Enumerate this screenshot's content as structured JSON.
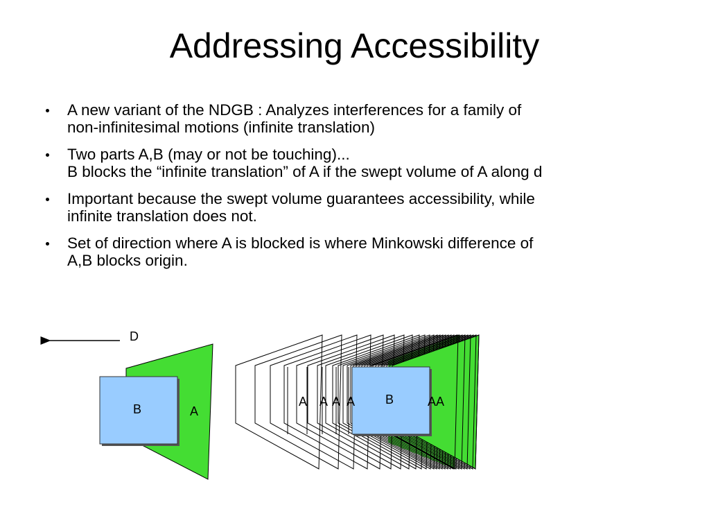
{
  "slide": {
    "title": "Addressing Accessibility",
    "bullets": [
      {
        "lines": [
          "A new variant of the NDGB : Analyzes interferences for a family of",
          "non-infinitesimal motions (infinite translation)"
        ]
      },
      {
        "lines": [
          "Two parts A,B (may or not be touching)...",
          "B blocks the “infinite translation” of A if the swept volume of A along d"
        ]
      },
      {
        "lines": [
          "Important because the swept volume guarantees accessibility, while",
          "infinite translation does not."
        ]
      },
      {
        "lines": [
          "Set of direction where A is blocked is where Minkowski difference of",
          "A,B blocks origin."
        ]
      }
    ]
  },
  "figure": {
    "direction_label": "D",
    "left_diagram": {
      "part_b": "B",
      "part_a": "A"
    },
    "right_diagram": {
      "part_b": "B",
      "a_labels": [
        "A",
        "A",
        "A",
        "A",
        "AA"
      ]
    },
    "colors": {
      "green": "#44dd33",
      "blue": "#99ccff",
      "outline": "#000000"
    }
  }
}
